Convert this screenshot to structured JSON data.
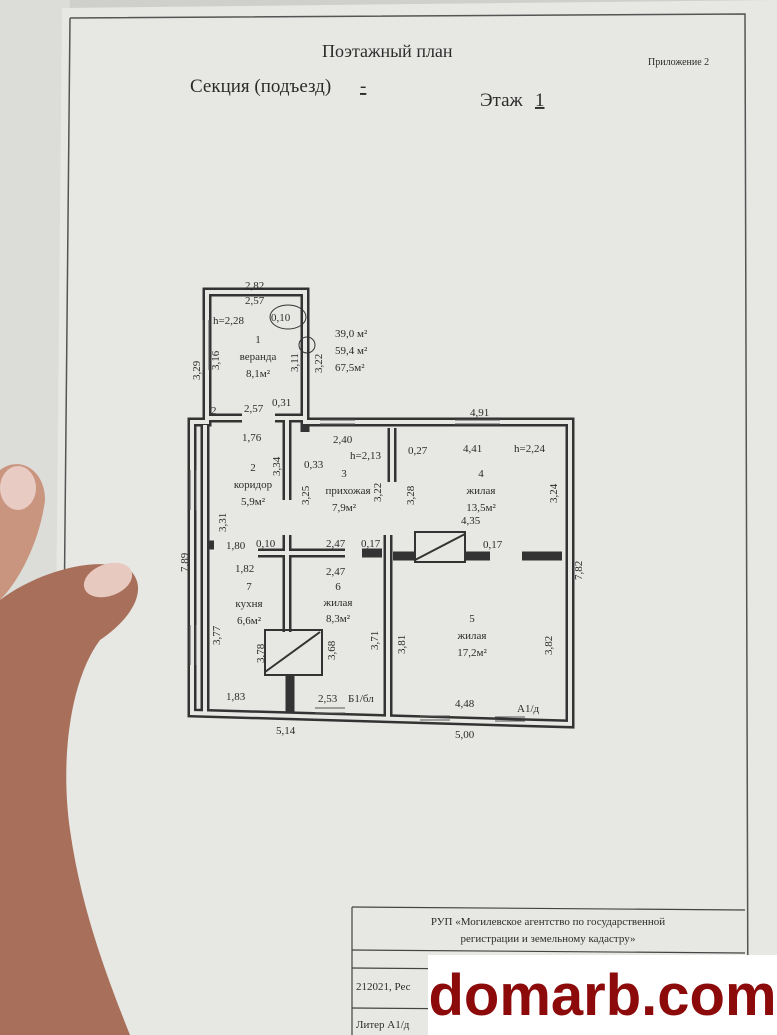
{
  "document": {
    "title": "Поэтажный план",
    "appendix": "Приложение 2",
    "section_label": "Секция (подъезд)",
    "section_value": "-",
    "floor_label": "Этаж",
    "floor_value": "1"
  },
  "plan": {
    "totals": [
      "39,0 м²",
      "59,4 м²",
      "67,5м²"
    ],
    "rooms": [
      {
        "num": "1",
        "name": "веранда",
        "area": "8,1м²"
      },
      {
        "num": "2",
        "name": "коридор",
        "area": "5,9м²"
      },
      {
        "num": "3",
        "name": "прихожая",
        "area": "7,9м²"
      },
      {
        "num": "4",
        "name": "жилая",
        "area": "13,5м²"
      },
      {
        "num": "5",
        "name": "жилая",
        "area": "17,2м²"
      },
      {
        "num": "6",
        "name": "жилая",
        "area": "8,3м²"
      },
      {
        "num": "7",
        "name": "кухня",
        "area": "6,6м²"
      }
    ],
    "heights": [
      "h=2,28",
      "h=2,13",
      "h=2,24"
    ],
    "dims": [
      "2,82",
      "2,57",
      "0,10",
      "3,29",
      "3,16",
      "3,11",
      "3,22",
      "2",
      "2,57",
      "0,31",
      "1,76",
      "3,34",
      "2,40",
      "0,33",
      "3,25",
      "3,22",
      "0,27",
      "4,91",
      "4,41",
      "3,28",
      "3,24",
      "3,31",
      "7,89",
      "1,80",
      "0,10",
      "1,82",
      "2,47",
      "0,17",
      "2,47",
      "4,35",
      "0,17",
      "7,82",
      "3,77",
      "3,78",
      "3,68",
      "3,71",
      "3,81",
      "3,82",
      "1,83",
      "2,53",
      "Б1/бл",
      "4,48",
      "А1/д",
      "5,14",
      "5,00"
    ]
  },
  "title_block": {
    "org_line1": "РУП «Могилевское  агентство по государственной",
    "org_line2": "регистрации и земельному кадастру»",
    "address": "212021, Рес",
    "liter": "Литер А1/д"
  },
  "watermark": "domarb.com",
  "colors": {
    "watermark": "#8c0a0a",
    "paper": "#e6e6e3",
    "ink": "#2b2b2b"
  }
}
